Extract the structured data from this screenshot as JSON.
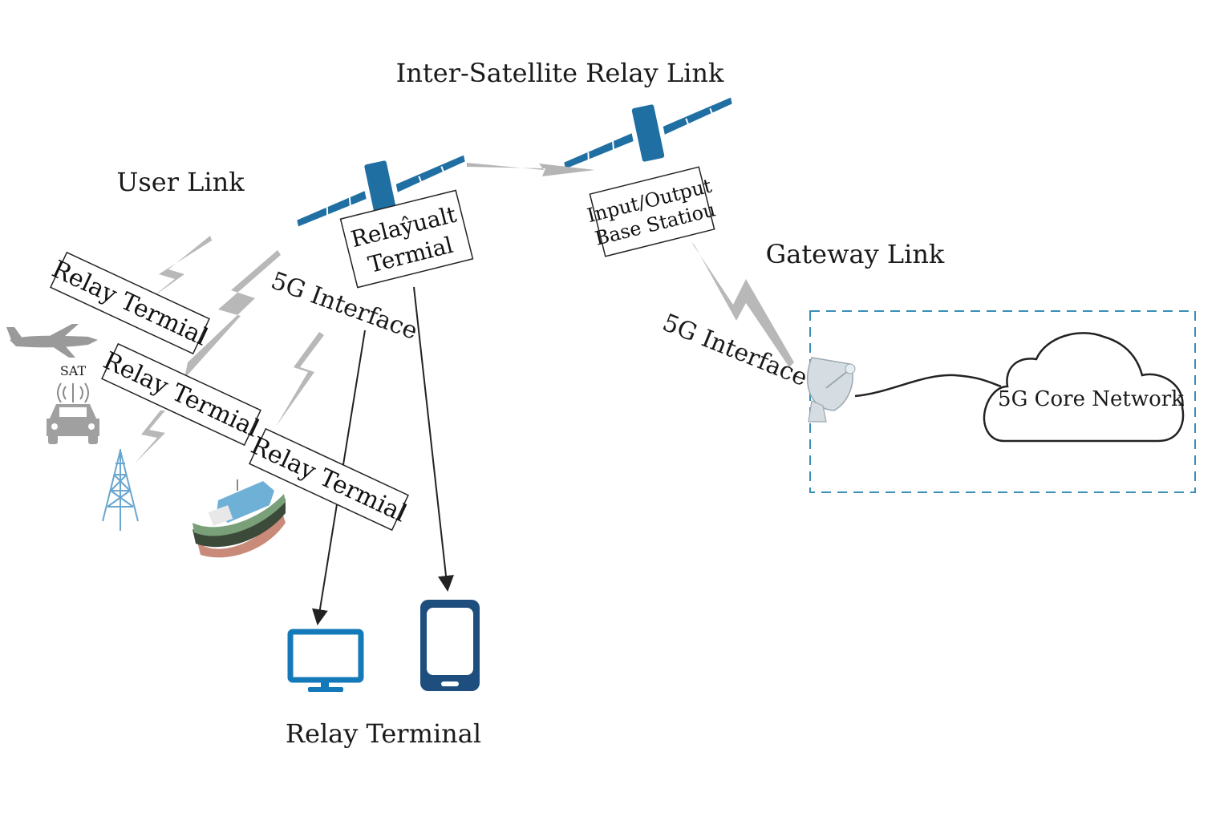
{
  "labels": {
    "inter_satellite": "Inter-Satellite Relay Link",
    "user_link": "User Link",
    "gateway_link": "Gateway Link",
    "interface_left": "5G Interface",
    "interface_right": "5G Interface",
    "relay_terminal_bottom": "Relay Terminal",
    "core_network": "5G Core Network",
    "sat_tag": "SAT"
  },
  "boxes": {
    "relay_1": "Relay Termial",
    "relay_2": "Relay Termial",
    "relay_3": "Relay Termial",
    "sat_relay_line1": "Relaŷualt",
    "sat_relay_line2": "Termial",
    "base_station_line1": "Input/Output",
    "base_station_line2": "Base Statiou"
  },
  "icons": {
    "satellite": "satellite-icon",
    "airplane": "airplane-icon",
    "car": "car-icon",
    "tower": "tower-icon",
    "ship": "ship-icon",
    "monitor": "monitor-icon",
    "phone": "phone-icon",
    "dish": "satellite-dish-icon",
    "cloud": "cloud-icon"
  },
  "colors": {
    "satellite_blue": "#1f6fa3",
    "lightning_gray": "#b5b5b5",
    "device_blue": "#1479b8",
    "phone_navy": "#1d4e7e",
    "gateway_dash": "#3a8fb7"
  }
}
